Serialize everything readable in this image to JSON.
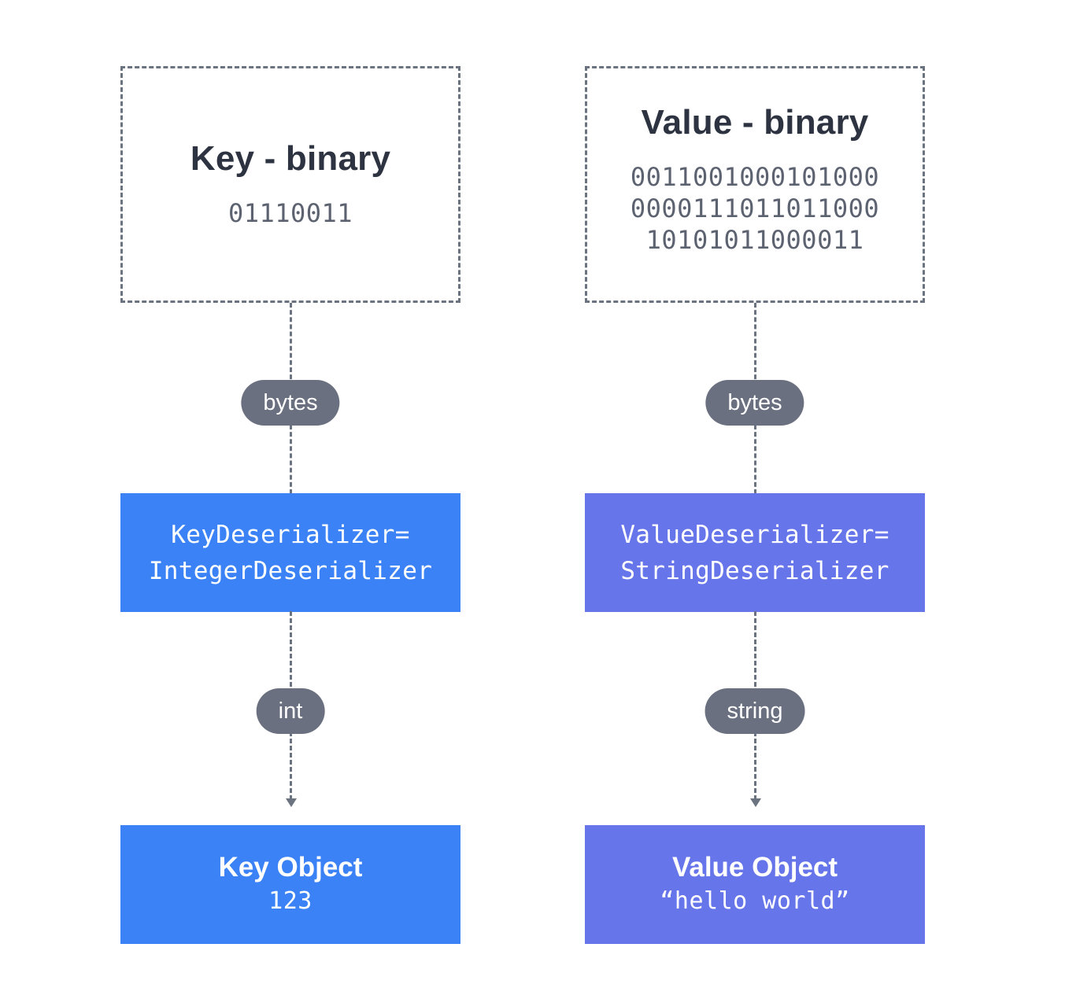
{
  "colors": {
    "key_blue": "#3b82f6",
    "value_indigo": "#6675ea",
    "pill_gray": "#6b7080",
    "border_gray": "#6b7280",
    "title_text": "#2d3340",
    "binary_text": "#5c6270"
  },
  "key": {
    "binary_title": "Key - binary",
    "binary_lines": [
      "01110011"
    ],
    "pill_1": "bytes",
    "deserializer_lines": [
      "KeyDeserializer=",
      "IntegerDeserializer"
    ],
    "pill_2": "int",
    "object_title": "Key Object",
    "object_value": "123"
  },
  "value": {
    "binary_title": "Value - binary",
    "binary_lines": [
      "0011001000101000",
      "0000111011011000",
      "10101011000011"
    ],
    "pill_1": "bytes",
    "deserializer_lines": [
      "ValueDeserializer=",
      "StringDeserializer"
    ],
    "pill_2": "string",
    "object_title": "Value Object",
    "object_value": "“hello world”"
  }
}
